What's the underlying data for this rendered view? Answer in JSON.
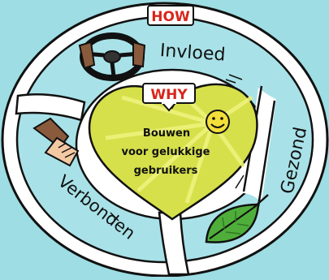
{
  "colors": {
    "background": "#9ddde3",
    "ring": "#ffffff",
    "segment": "#a8e2e8",
    "outline": "#111111",
    "heart_fill": "#d6e04a",
    "label_red": "#d9261c",
    "smiley": "#f3df3a",
    "leaf": "#4fae3a",
    "wood": "#8a5a3c"
  },
  "labels": {
    "how": "HOW",
    "why": "WHY",
    "invloed": "Invloed",
    "gezond": "Gezond",
    "verbonden": "Verbonden"
  },
  "heart_text": {
    "line1": "Bouwen",
    "line2": "voor gelukkige",
    "line3": "gebruikers"
  },
  "icons": [
    "steering-wheel-icon",
    "handshake-icon",
    "leaf-icon",
    "smiley-icon"
  ]
}
